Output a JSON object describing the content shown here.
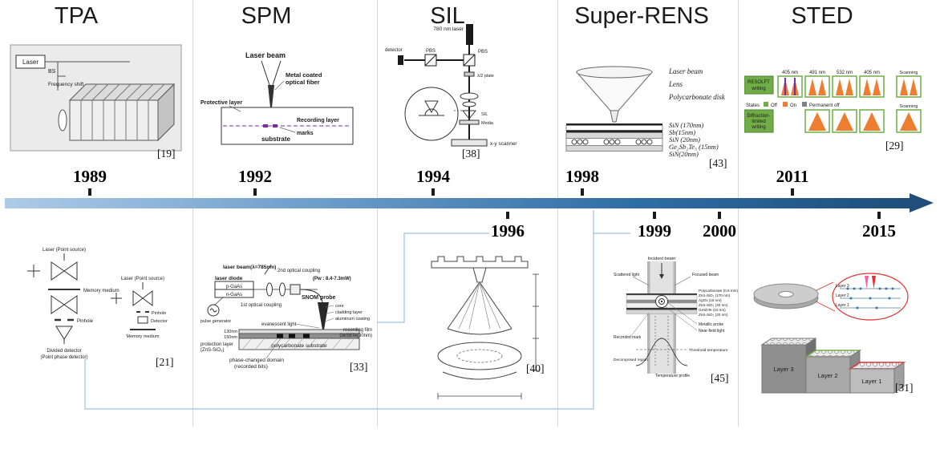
{
  "colors": {
    "timeline_start": "#aecbe8",
    "timeline_end": "#1f4e79",
    "connector": "#9cc2e5",
    "sted_green": "#70ad47",
    "sted_orange": "#ed7d31",
    "inset_red": "#e03030"
  },
  "headers": {
    "tpa": "TPA",
    "spm": "SPM",
    "sil": "SIL",
    "super_rens": "Super-RENS",
    "sted": "STED"
  },
  "timeline": {
    "years_above": [
      "1989",
      "1992",
      "1994",
      "1998",
      "2011"
    ],
    "years_below": [
      "1996",
      "1999",
      "2000",
      "2015"
    ]
  },
  "figures": {
    "tpa_top": {
      "citation": "[19]",
      "laser": "Laser",
      "bs": "BS",
      "frequency_shift": "Frequency shift"
    },
    "spm_top": {
      "laser_beam": "Laser beam",
      "fiber_line1": "Metal coated",
      "fiber_line2": "optical fiber",
      "protective_layer": "Protective layer",
      "recording_layer": "Recording layer",
      "marks": "marks",
      "substrate": "substrate"
    },
    "sil_top": {
      "citation": "[38]",
      "laser": "780 nm laser",
      "detector": "detector",
      "pbs_left": "PBS",
      "pbs_right": "PBS",
      "wave_plate": "λ/2 plate",
      "sil": "SIL",
      "media": "Media",
      "scanner": "x-y scanner"
    },
    "super_rens_top": {
      "citation": "[43]",
      "laser_beam": "Laser beam",
      "lens": "Lens",
      "disk": "Polycarbonate disk",
      "layers": [
        "SiN (170nm)",
        "Sb(15nm)",
        "SiN (20nm)",
        "Ge₂Sb₂Te₅ (15nm)",
        "SiN(20nm)"
      ]
    },
    "sted_top": {
      "citation": "[29]",
      "resolft_line1": "RESOLFT",
      "resolft_line2": "writing",
      "diff_line1": "Diffraction-",
      "diff_line2": "limited",
      "diff_line3": "writing",
      "wavelengths": [
        "405 nm",
        "491 nm",
        "532 nm",
        "405 nm"
      ],
      "states": "States",
      "off": "Off",
      "on": "On",
      "permanent_off": "Permanent off",
      "scanning_top": "Scanning",
      "scanning_bottom": "Scanning"
    },
    "tpa_bottom": {
      "citation": "[21]",
      "laser_left": "Laser (Point source)",
      "laser_right": "Laser (Point source)",
      "memory_left": "Memory medium",
      "memory_right": "Memory medium",
      "pinhole_left": "Pinhole",
      "pinhole_right": "Pinhole",
      "detector": "Detector",
      "divided_line1": "Divided detector",
      "divided_line2": "(Point phase detector)"
    },
    "spm_bottom": {
      "citation": "[33]",
      "laser_beam": "laser beam(λ=785nm)",
      "coupling2": "2nd optical coupling",
      "power": "(Pw : 8.4-7.3mW)",
      "laser_diode": "laser diode",
      "p_gaas": "p-GaAs",
      "n_gaas": "n-GaAs",
      "coupling1": "1st optical coupling",
      "pulse_generator": "pulse generator",
      "snom_probe": "SNOM probe",
      "core": "core",
      "cladding": "cladding layer",
      "aluminum": "aluminum coating",
      "evanescent": "evanescent light",
      "dim_top": "130nm",
      "dim_bottom": "150nm",
      "protection_line1": "protection layer",
      "protection_line2": "(ZnS-SiO₂)",
      "recording_line1": "recording film",
      "recording_line2": "GeSbTe(30nm)",
      "substrate": "polycarbonate substrate",
      "domain_line1": "phase-changed domain",
      "domain_line2": "(recorded bits)"
    },
    "sil_bottom": {
      "citation": "[40]"
    },
    "super_rens_bottom": {
      "citation": "[45]",
      "incident": "Incident beam",
      "scattered": "Scattered light",
      "focused": "Focused beam",
      "stack": [
        "Polycarbonate (0.6 mm)",
        "ZnS-SiO₂ (170 nm)",
        "AgOx (15 nm)",
        "ZnS-SiO₂ (40 nm)",
        "GeSbTe (15 nm)",
        "ZnS-SiO₂ (20 nm)"
      ],
      "probe": "Metallic probe",
      "near_field": "Near-field light",
      "recorded_mark": "Recorded mark",
      "decomposed": "Decomposed region",
      "threshold": "Threshold temperature",
      "profile": "Temperature profile"
    },
    "sted_bottom": {
      "citation": "[31]",
      "inset_layers": [
        "Layer 3",
        "Layer 2",
        "Layer 1"
      ],
      "step_layers": [
        "Layer 3",
        "Layer 2",
        "Layer 1"
      ]
    }
  }
}
